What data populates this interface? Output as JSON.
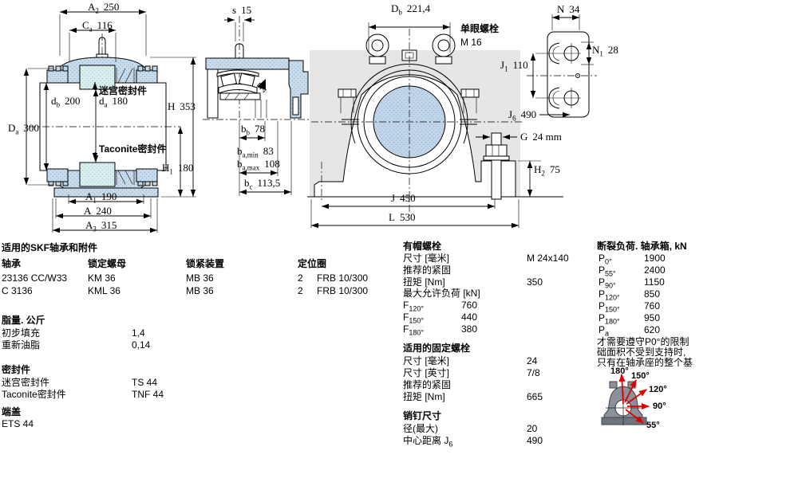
{
  "dims": {
    "a2": {
      "sym": "A",
      "sub": "2",
      "value": "250"
    },
    "ca": {
      "sym": "C",
      "sub": "a",
      "value": "116"
    },
    "db": {
      "sym": "d",
      "sub": "b",
      "value": "200"
    },
    "da": {
      "sym": "d",
      "sub": "a",
      "value": "180"
    },
    "h": {
      "sym": "H",
      "sub": "",
      "value": "353"
    },
    "Da": {
      "sym": "D",
      "sub": "a",
      "value": "300"
    },
    "h1": {
      "sym": "H",
      "sub": "1",
      "value": "180"
    },
    "a1": {
      "sym": "A",
      "sub": "1",
      "value": "190"
    },
    "a": {
      "sym": "A",
      "sub": "",
      "value": "240"
    },
    "a3": {
      "sym": "A",
      "sub": "3",
      "value": "315"
    },
    "s": {
      "sym": "s",
      "sub": "",
      "value": "15"
    },
    "bb": {
      "sym": "b",
      "sub": "b",
      "value": "78"
    },
    "bamin": {
      "sym": "b",
      "sub": "a,min",
      "value": "83"
    },
    "bamax": {
      "sym": "b",
      "sub": "a,max",
      "value": "108"
    },
    "bc": {
      "sym": "b",
      "sub": "c",
      "value": "113,5"
    },
    "Db": {
      "sym": "D",
      "sub": "b",
      "value": "221,4"
    },
    "j": {
      "sym": "J",
      "sub": "",
      "value": "450"
    },
    "l": {
      "sym": "L",
      "sub": "",
      "value": "530"
    },
    "g": {
      "sym": "G",
      "sub": "",
      "value": "24 mm"
    },
    "h2": {
      "sym": "H",
      "sub": "2",
      "value": "75"
    },
    "n": {
      "sym": "N",
      "sub": "",
      "value": "34"
    },
    "n1": {
      "sym": "N",
      "sub": "1",
      "value": "28"
    },
    "j1": {
      "sym": "J",
      "sub": "1",
      "value": "110"
    },
    "j6": {
      "sym": "J",
      "sub": "6",
      "value": "490"
    }
  },
  "notes": {
    "labyrinth": "迷宫密封件",
    "taconite": "Taconite密封件",
    "eyebolt": "单眼螺栓",
    "eyebolt_size": "M 16"
  },
  "angles": {
    "a180": "180°",
    "a150": "150°",
    "a120": "120°",
    "a90": "90°",
    "a55": "55°"
  },
  "bearings": {
    "title": "适用的SKF轴承和附件",
    "col_bearing": "轴承",
    "col_locknut": "锁定螺母",
    "col_lockdev": "锁紧装置",
    "col_ring": "定位圈",
    "rows": [
      {
        "bearing": "23136 CC/W33",
        "locknut": "KM 36",
        "lockdev": "MB 36",
        "qty": "2",
        "ring": "FRB 10/300"
      },
      {
        "bearing": "C 3136",
        "locknut": "KML 36",
        "lockdev": "MB 36",
        "qty": "2",
        "ring": "FRB 10/300"
      }
    ]
  },
  "grease": {
    "title": "脂量. 公斤",
    "rows": [
      {
        "label": "初步填充",
        "value": "1,4"
      },
      {
        "label": "重新油脂",
        "value": "0,14"
      }
    ]
  },
  "seals": {
    "title": "密封件",
    "rows": [
      {
        "label": "迷宫密封件",
        "value": "TS 44"
      },
      {
        "label": "Taconite密封件",
        "value": "TNF 44"
      }
    ]
  },
  "endcover": {
    "title": "端盖",
    "value": "ETS 44"
  },
  "capbolts": {
    "title": "有帽螺栓",
    "size_label": "尺寸 [毫米]",
    "size_value": "M 24x140",
    "rec_label": "推荐的紧固",
    "torque_label": "扭矩 [Nm]",
    "torque_value": "350",
    "maxload_label": "最大允许负荷 [kN]",
    "loads": [
      {
        "sym": "F",
        "sub": "120°",
        "value": "760"
      },
      {
        "sym": "F",
        "sub": "150°",
        "value": "440"
      },
      {
        "sym": "F",
        "sub": "180°",
        "value": "380"
      }
    ]
  },
  "fixbolts": {
    "title": "适用的固定螺栓",
    "rows": [
      {
        "label": "尺寸 [毫米]",
        "value": "24"
      },
      {
        "label": "尺寸 [英寸]",
        "value": "7/8"
      },
      {
        "label": "推荐的紧固",
        "value": ""
      },
      {
        "label": "扭矩 [Nm]",
        "value": "665"
      }
    ]
  },
  "pins": {
    "title": "销钉尺寸",
    "row1": {
      "label": "径(最大)",
      "value": "20"
    },
    "row2": {
      "label": "中心距离 J",
      "sub": "6",
      "value": "490"
    }
  },
  "breaking": {
    "title": "断裂负荷. 轴承箱, kN",
    "rows": [
      {
        "sym": "P",
        "sub": "0°",
        "value": "1900"
      },
      {
        "sym": "P",
        "sub": "55°",
        "value": "2400"
      },
      {
        "sym": "P",
        "sub": "90°",
        "value": "1150"
      },
      {
        "sym": "P",
        "sub": "120°",
        "value": "850"
      },
      {
        "sym": "P",
        "sub": "150°",
        "value": "760"
      },
      {
        "sym": "P",
        "sub": "180°",
        "value": "950"
      },
      {
        "sym": "P",
        "sub": "a",
        "value": "620"
      }
    ],
    "note_lines": [
      "才需要遵守P0°的限制",
      "础面积不受到支持时,",
      "只有在轴承座的整个基"
    ]
  },
  "colors": {
    "red_arrow": "#dd0000",
    "drawing_blue": "#cadded",
    "seal_cyan": "#dbefef",
    "bore_blue": "#c3d7ea",
    "gray_band": "#e6e6e6"
  }
}
